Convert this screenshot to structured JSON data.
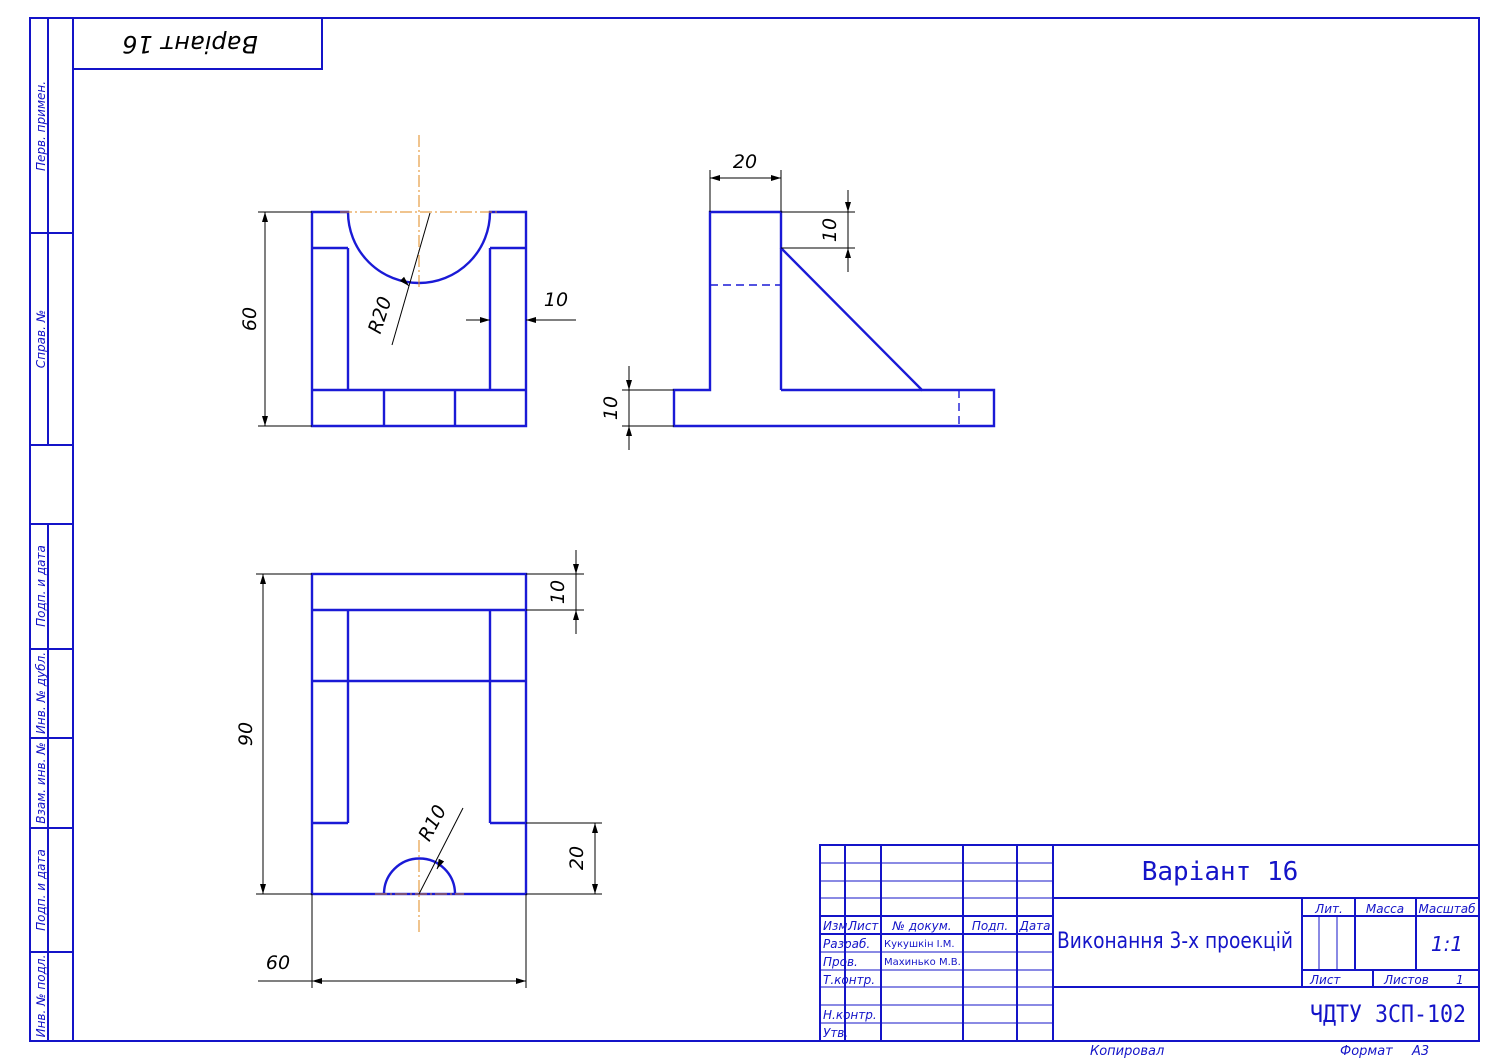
{
  "corner_stamp": {
    "text": "Варіант 16"
  },
  "side_labels": {
    "perv_primen": "Перв. примен.",
    "sprav_no": "Справ. №",
    "podp_i_data_1": "Подп. и дата",
    "inv_no_dubl": "Инв. № дубл.",
    "vzam_inv_no": "Взам. инв. №",
    "podp_i_data_2": "Подп. и дата",
    "inv_no_podl": "Инв. № подл."
  },
  "dimensions": {
    "front_height": "60",
    "front_radius": "R20",
    "front_wall": "10",
    "side_top_width": "20",
    "side_top_height": "10",
    "side_base_height": "10",
    "plan_depth": "90",
    "plan_top_band": "10",
    "plan_bottom_offset": "20",
    "plan_radius": "R10",
    "plan_width": "60"
  },
  "title_block": {
    "headers": {
      "izm": "Изм.",
      "list": "Лист",
      "doc_no": "№ докум.",
      "sign": "Подп.",
      "date": "Дата"
    },
    "roles": {
      "razrab": "Разраб.",
      "prov": "Пров.",
      "tkontr": "Т.контр.",
      "nkontr": "Н.контр.",
      "utv": "Утв."
    },
    "names": {
      "razrab": "Кукушкін І.М.",
      "prov": "Махинько М.В."
    },
    "variant": "Варіант 16",
    "title": "Виконання 3-х проекцій",
    "cols": {
      "lit": "Лит.",
      "massa": "Масса",
      "masshtab": "Масштаб"
    },
    "scale_value": "1:1",
    "sheet_label": "Лист",
    "sheets_label": "Листов",
    "sheets_count": "1",
    "org": "ЧДТУ ЗСП-102"
  },
  "footer": {
    "kopiroval": "Копировал",
    "format_label": "Формат",
    "format_value": "А3"
  }
}
